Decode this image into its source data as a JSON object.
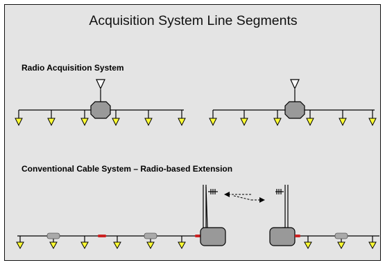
{
  "title": "Acquisition System Line Segments",
  "sections": [
    {
      "heading": "Radio Acquisition System"
    },
    {
      "heading": "Conventional Cable System – Radio-based Extension"
    }
  ],
  "colors": {
    "background": "#e4e4e4",
    "geophone": "#ffff33",
    "box": "#999999",
    "red_link": "#cc2222",
    "line": "#000000"
  },
  "icons": [
    "antenna-icon",
    "geophone-icon",
    "radio-box-icon",
    "radio-mast-icon",
    "cable-connector-icon",
    "radio-link-arrow-icon"
  ]
}
